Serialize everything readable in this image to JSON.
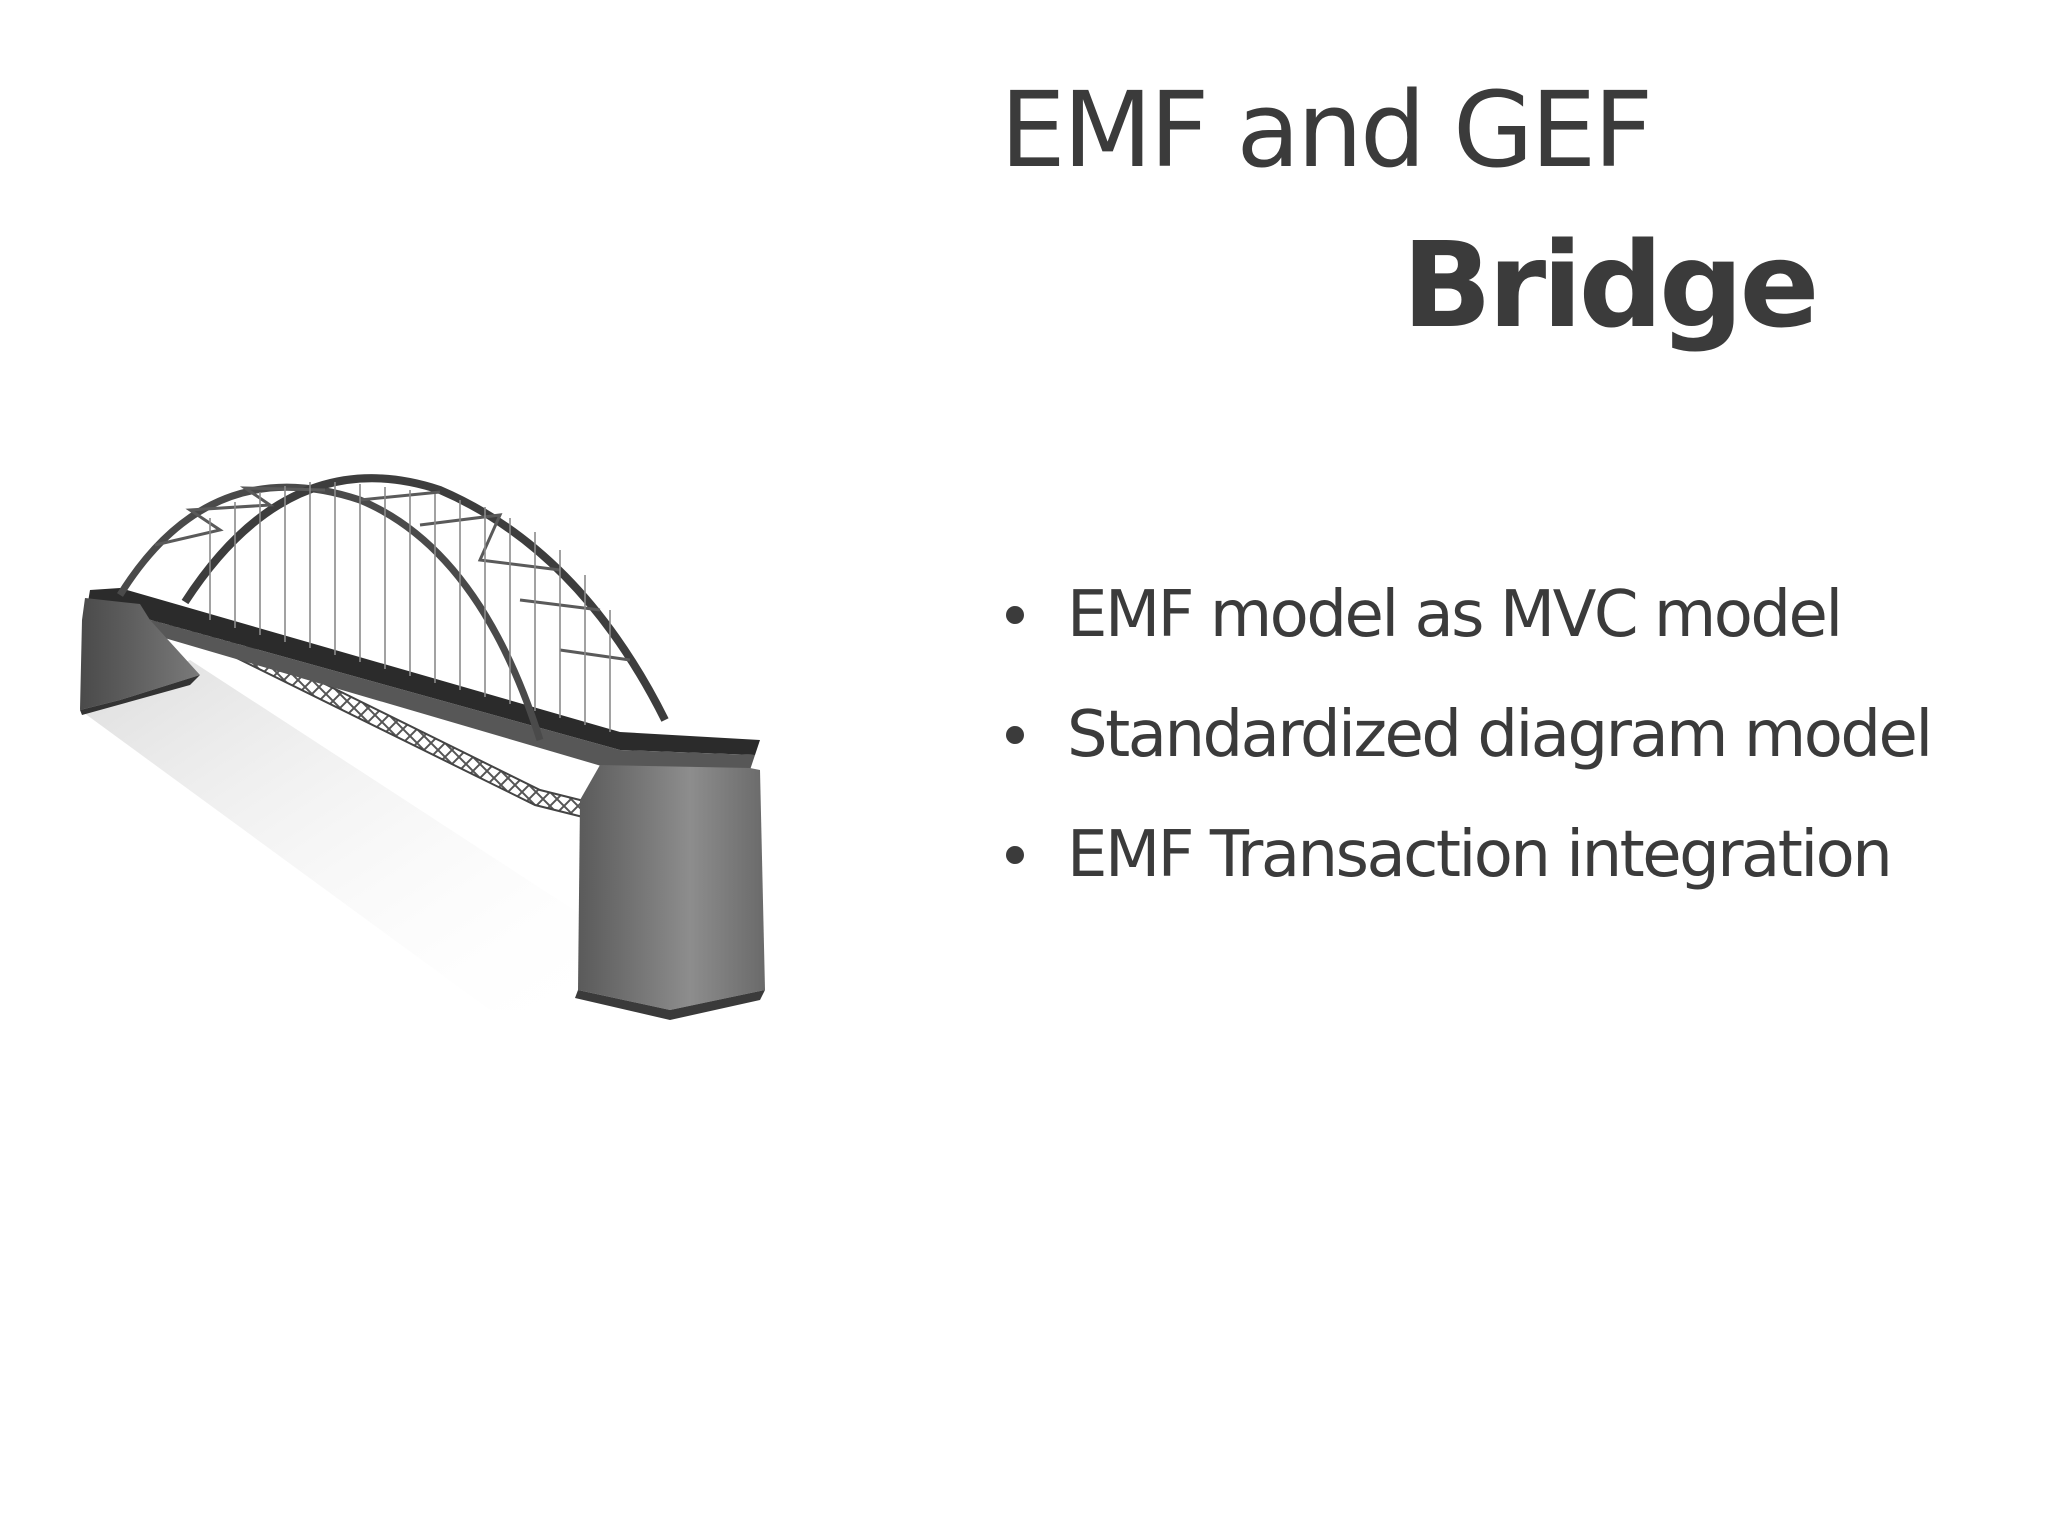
{
  "slide": {
    "title": "EMF and GEF",
    "subtitle": "Bridge",
    "bullets": [
      "EMF model as MVC model",
      "Standardized diagram model",
      "EMF Transaction integration"
    ],
    "image_icon": "arch-bridge-illustration"
  },
  "colors": {
    "text": "#3b3b3b",
    "background": "#ffffff"
  }
}
